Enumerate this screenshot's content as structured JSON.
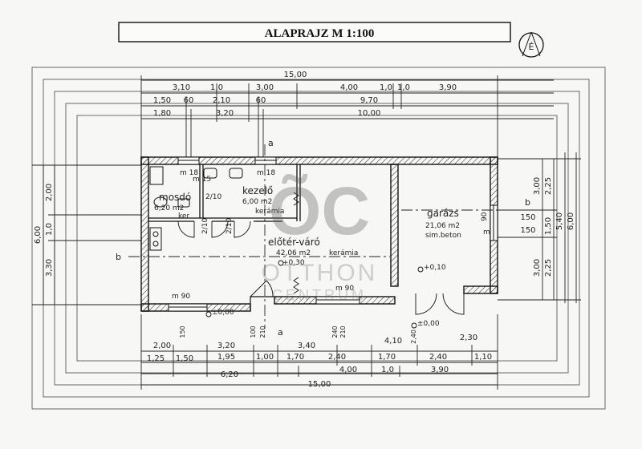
{
  "title": "ALAPRAJZ  M 1:100",
  "north_letter": "É",
  "watermark": {
    "logo": "ÕC",
    "line1": "OTTHON",
    "line2": "CENTRUM"
  },
  "rooms": {
    "mosdo": {
      "name": "mosdó",
      "area": "6,20 m2",
      "door": "2/10"
    },
    "kezelo": {
      "name": "kezelő",
      "area": "6,00 m2",
      "floor": "kerámia",
      "door": "2/10"
    },
    "eloter": {
      "name": "előtér-váró",
      "area": "42,06 m2",
      "floor": "kerámia",
      "level": "+0,30"
    },
    "garazs": {
      "name": "garázs",
      "area": "21,06 m2",
      "floor": "sim.beton",
      "level": "+0,10"
    }
  },
  "misc_labels": {
    "ker": "ker",
    "ker_floor": "kerámia",
    "level_entry": "±0,00",
    "level_garage_out": "±0,00",
    "section_b": "b",
    "section_a": "a",
    "door_small": "2/10",
    "door_small2": "2/10"
  },
  "window_tags": {
    "m18_a": "m 18",
    "m18_b": "m 18",
    "m90_a": "m 90",
    "m90_b": "m 90",
    "m15": "m 15",
    "m_garage": "m",
    "e90": "90"
  },
  "dims_top": {
    "overall": "15,00",
    "row1": [
      "3,10",
      "1,0",
      "3,00",
      "4,00",
      "1,0",
      "1,0",
      "3,90"
    ],
    "row2": [
      "1,50",
      "60",
      "2,10",
      "60",
      "9,70"
    ],
    "row3": [
      "1,80",
      "3,20",
      "10,00"
    ]
  },
  "dims_bottom": {
    "row1": [
      "2,00",
      "3,20",
      "3,40",
      "4,10",
      "2,30"
    ],
    "row2": [
      "1,25",
      "1,50",
      "1,95",
      "1,00",
      "1,70",
      "2,40",
      "1,70",
      "2,40",
      "1,10"
    ],
    "row3": [
      "6,20",
      "4,00",
      "1,0",
      "3,90"
    ],
    "overall": "15,00",
    "small": [
      "150",
      "100",
      "210",
      "240",
      "210",
      "2,40"
    ]
  },
  "dims_left": {
    "overall": "6,00",
    "parts": [
      "2,00",
      "1,0",
      "3,30"
    ]
  },
  "dims_right": {
    "overall": "6,00",
    "parts": [
      "3,00",
      "2,25",
      "1,50",
      "5,40",
      "3,00",
      "2,25"
    ],
    "small": [
      "150",
      "150"
    ]
  }
}
